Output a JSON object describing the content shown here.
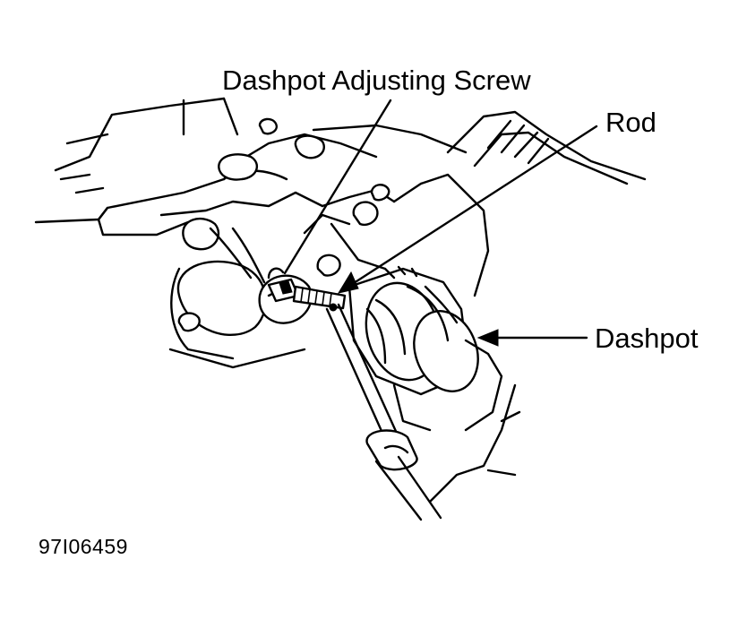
{
  "diagram": {
    "labels": {
      "adjusting_screw": "Dashpot Adjusting Screw",
      "rod": "Rod",
      "dashpot": "Dashpot"
    },
    "figure_id": "97I06459"
  }
}
